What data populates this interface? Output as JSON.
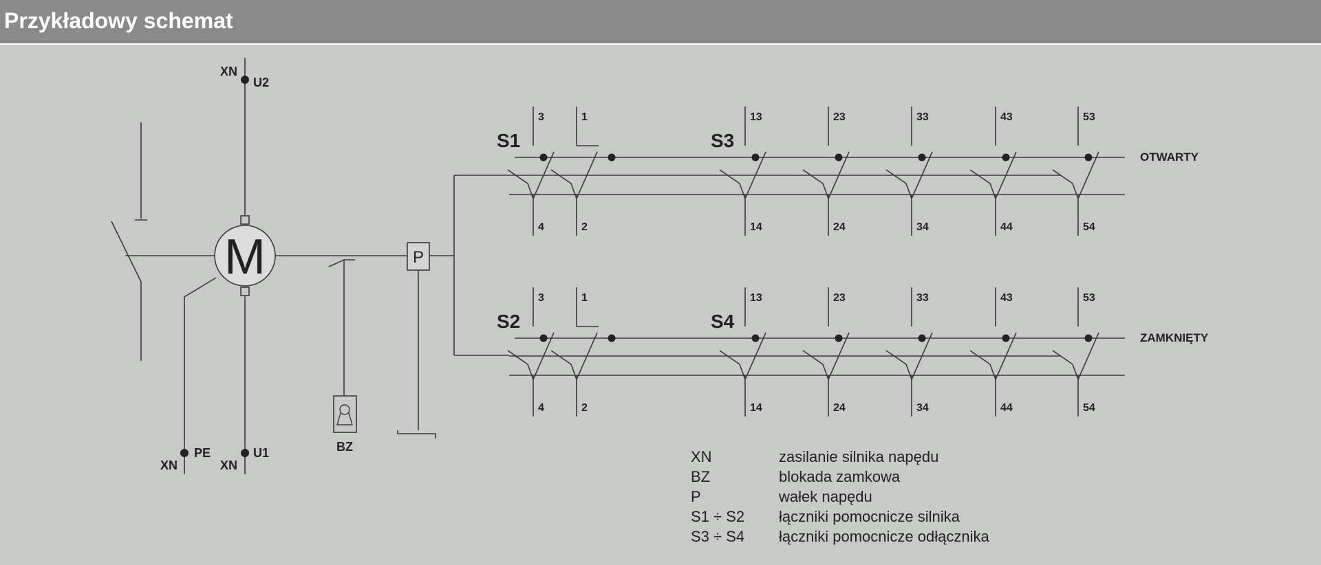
{
  "header": {
    "title": "Przykładowy schemat"
  },
  "motor": {
    "symbol": "M",
    "top_label_xn": "XN",
    "top_label_u2": "U2",
    "bottom_left_xn": "XN",
    "pe": "PE",
    "bottom_mid_xn": "XN",
    "u1": "U1"
  },
  "bz": {
    "label": "BZ"
  },
  "p": {
    "label": "P"
  },
  "rows": [
    {
      "left_switch": "S1",
      "mid_switch": "S3",
      "state": "OTWARTY",
      "top_terms": [
        "3",
        "1",
        "13",
        "23",
        "33",
        "43",
        "53"
      ],
      "bottom_terms": [
        "4",
        "2",
        "14",
        "24",
        "34",
        "44",
        "54"
      ]
    },
    {
      "left_switch": "S2",
      "mid_switch": "S4",
      "state": "ZAMKNIĘTY",
      "top_terms": [
        "3",
        "1",
        "13",
        "23",
        "33",
        "43",
        "53"
      ],
      "bottom_terms": [
        "4",
        "2",
        "14",
        "24",
        "34",
        "44",
        "54"
      ]
    }
  ],
  "legend": [
    {
      "code": "XN",
      "desc": "zasilanie silnika napędu"
    },
    {
      "code": "BZ",
      "desc": "blokada zamkowa"
    },
    {
      "code": "P",
      "desc": "wałek napędu"
    },
    {
      "code": "S1 ÷ S2",
      "desc": "łączniki pomocnicze silnika"
    },
    {
      "code": "S3 ÷ S4",
      "desc": "łączniki pomocnicze odłącznika"
    }
  ]
}
